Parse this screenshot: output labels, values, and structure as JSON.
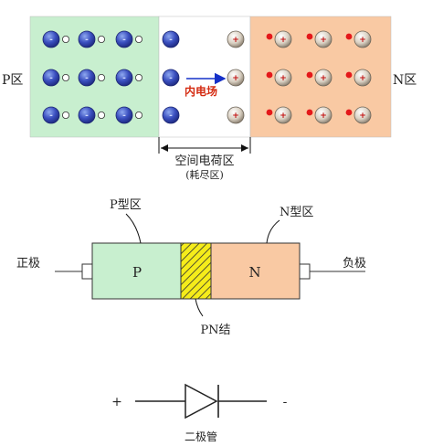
{
  "junction": {
    "p_label": "P区",
    "n_label": "N区",
    "field_label": "内电场",
    "depletion_label": "空间电荷区",
    "depletion_sublabel": "(耗尽区)",
    "minus_symbol": "-",
    "plus_symbol": "+",
    "colors": {
      "p_region": "#c8efcf",
      "n_region": "#f9c9a3",
      "depletion": "#ffffff",
      "field_arrow": "#1530c8",
      "field_text": "#d42a10",
      "hole": "#e4181a"
    }
  },
  "diode_structure": {
    "p_region_label": "P型区",
    "n_region_label": "N型区",
    "anode_label": "正极",
    "cathode_label": "负极",
    "p_label": "P",
    "n_label": "N",
    "junction_label": "PN结"
  },
  "symbol": {
    "plus_label": "+",
    "minus_label": "-",
    "name": "二极管"
  }
}
